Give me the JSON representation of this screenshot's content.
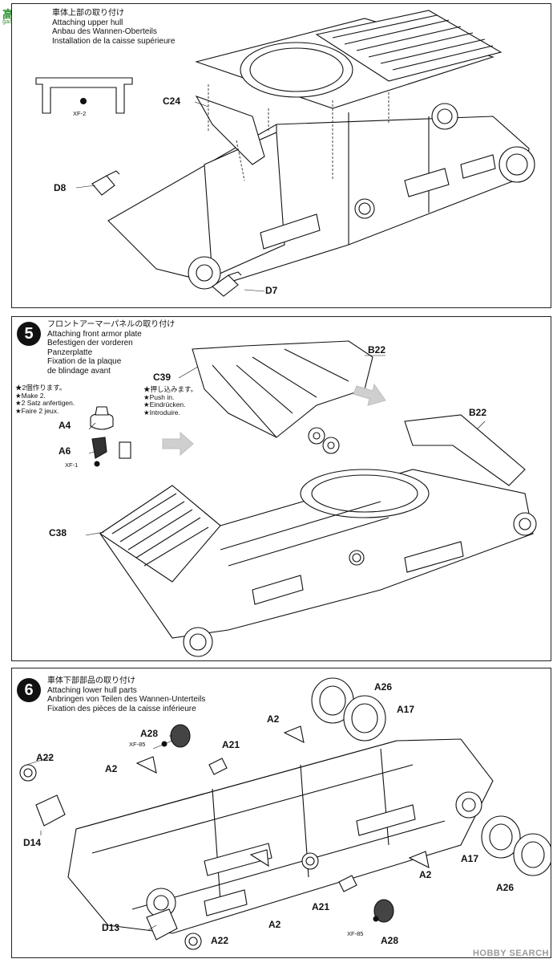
{
  "watermark": {
    "top": "高手",
    "sub": "gaoshou.com"
  },
  "brand": {
    "mark": "HOBBY SEARCH"
  },
  "step4": {
    "titles": [
      "車体上部の取り付け",
      "Attaching upper hull",
      "Anbau des Wannen-Oberteils",
      "Installation de la caisse supérieure"
    ],
    "labels": {
      "c24": "C24",
      "d8": "D8",
      "d7": "D7",
      "xf2": "XF-2"
    }
  },
  "step5": {
    "number": "5",
    "titles": [
      "フロントアーマーパネルの取り付け",
      "Attaching front armor plate",
      "Befestigen der vorderen",
      "Panzerplatte",
      "Fixation de la plaque",
      "de blindage avant"
    ],
    "make2": [
      "★2個作ります。",
      "★Make 2.",
      "★2 Satz anfertigen.",
      "★Faire 2 jeux."
    ],
    "push": [
      "★押し込みます。",
      "★Push in.",
      "★Eindrücken.",
      "★Introduire."
    ],
    "labels": {
      "a4": "A4",
      "a6": "A6",
      "xf1": "XF-1",
      "c39": "C39",
      "b22a": "B22",
      "b22b": "B22",
      "c38": "C38"
    }
  },
  "step6": {
    "number": "6",
    "titles": [
      "車体下部部品の取り付け",
      "Attaching lower hull parts",
      "Anbringen von Teilen des Wannen-Unterteils",
      "Fixation des pièces de la caisse inférieure"
    ],
    "labels": {
      "a26top": "A26",
      "a17top": "A17",
      "a28top": "A28",
      "xf85top": "XF-85",
      "a21top": "A21",
      "a2top": "A2",
      "a22top": "A22",
      "a2left": "A2",
      "d14": "D14",
      "d13": "D13",
      "a22bot": "A22",
      "a2bot": "A2",
      "a21bot": "A21",
      "xf85bot": "XF-85",
      "a28bot": "A28",
      "a2right": "A2",
      "a17right": "A17",
      "a26right": "A26"
    }
  }
}
